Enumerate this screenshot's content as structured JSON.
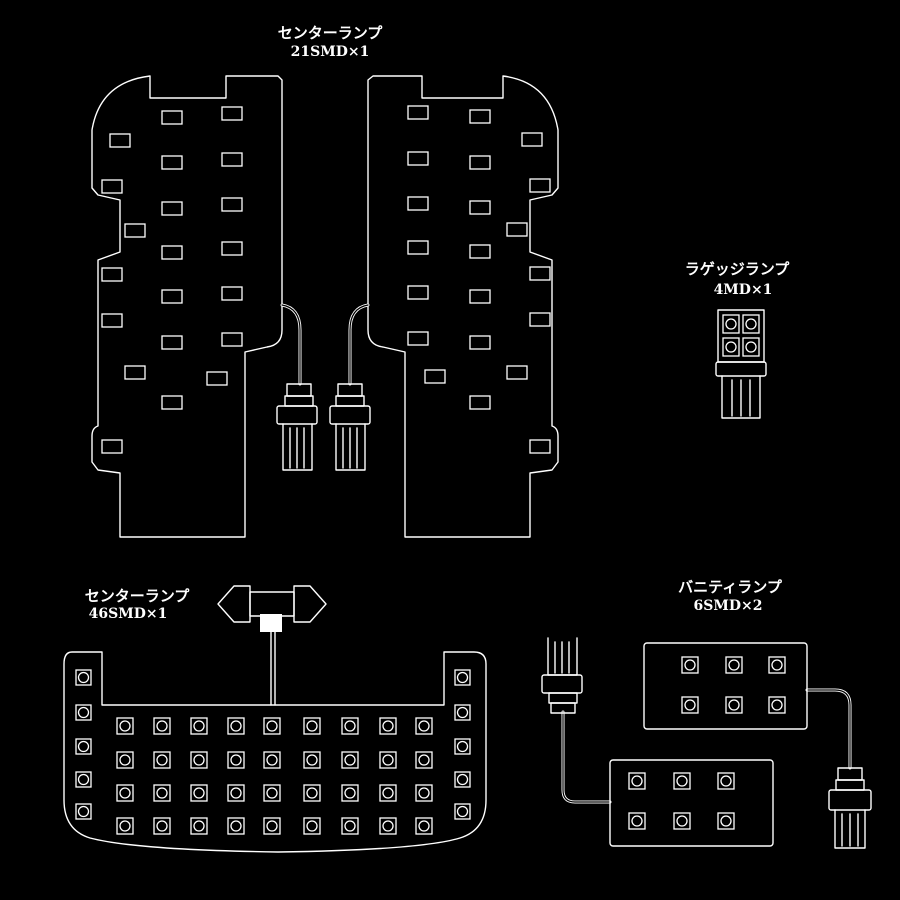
{
  "labels": {
    "center_lamp_top": {
      "name": "センターランプ",
      "spec": "21SMD×1"
    },
    "luggage_lamp": {
      "name": "ラゲッジランプ",
      "spec": "4MD×1"
    },
    "center_lamp_bottom": {
      "name": "センターランプ",
      "spec": "46SMD×1"
    },
    "vanity_lamp": {
      "name": "バニティランプ",
      "spec": "6SMD×2"
    }
  },
  "colors": {
    "background": "#000000",
    "line": "#ffffff"
  }
}
